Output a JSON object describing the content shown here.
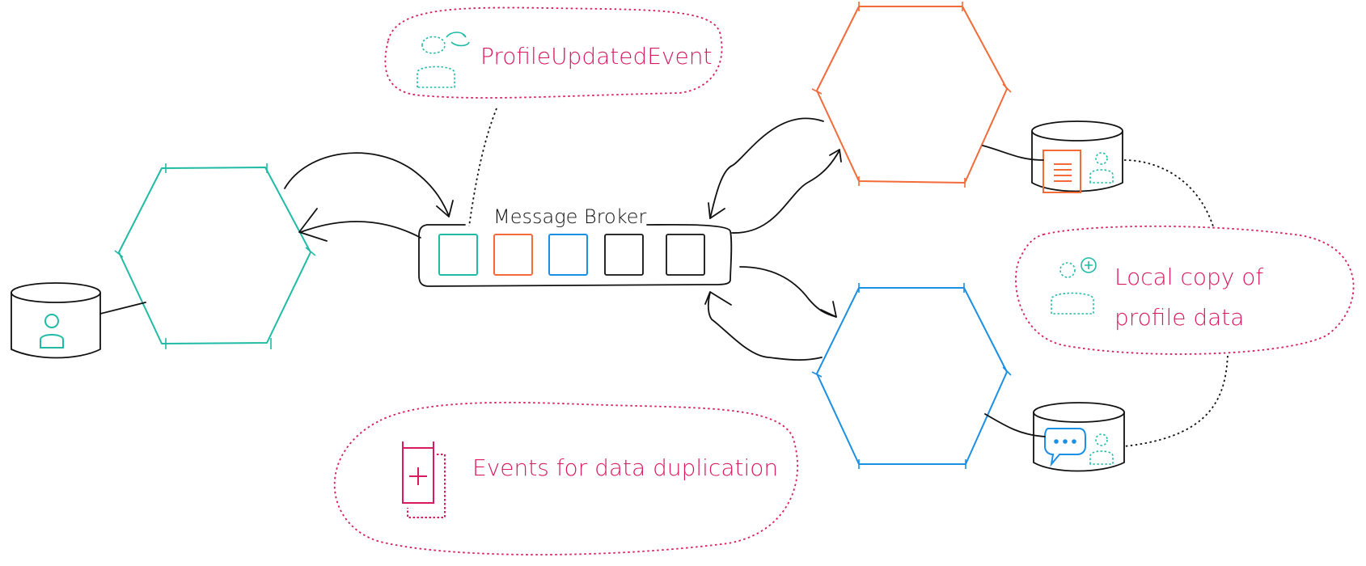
{
  "broker": {
    "label": "Message Broker"
  },
  "callouts": {
    "profile_event": "ProfileUpdatedEvent",
    "local_copy_line1": "Local copy of",
    "local_copy_line2": "profile data",
    "duplication": "Events for data duplication"
  },
  "colors": {
    "teal": "#1fbba6",
    "orange": "#f26b38",
    "blue": "#1a8fe3",
    "pink": "#d81b60",
    "ink": "#111111"
  },
  "icons": {
    "profile_service_db": "person-icon",
    "profile_event": "profile-sync-icon",
    "orange_db": "document-icon",
    "blue_db": "chat-bubble-icon",
    "local_copy": "person-add-icon",
    "duplication": "add-document-icon"
  }
}
